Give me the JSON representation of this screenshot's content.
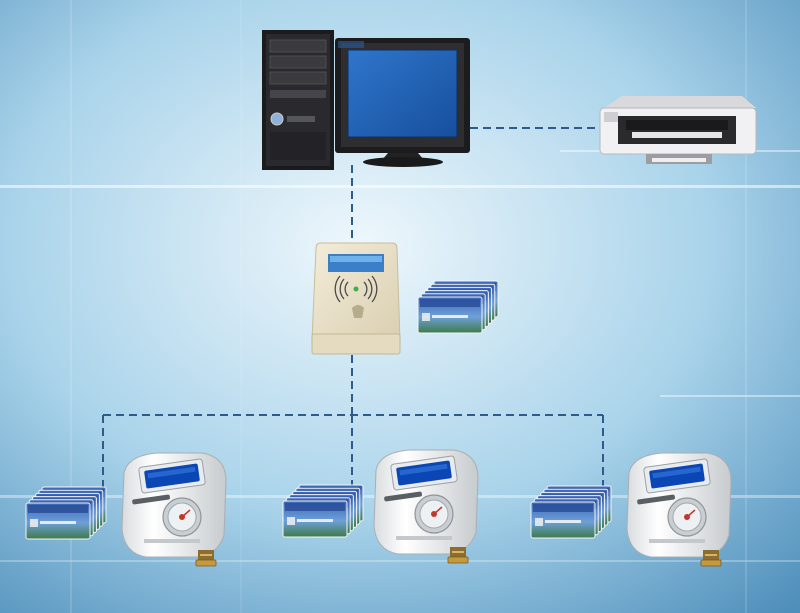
{
  "colors": {
    "background_light": "#eef7fc",
    "background_mid": "#a9d3ea",
    "background_dark": "#4f8fbb",
    "connector": "#2e5a8c",
    "screen": "#1f5fb3",
    "card_blue": "#2a4f9a",
    "meter_display": "#0a46b4"
  },
  "connector_style": "dashed",
  "nodes": [
    {
      "id": "computer",
      "icon": "desktop-computer-icon"
    },
    {
      "id": "printer",
      "icon": "printer-icon"
    },
    {
      "id": "card-reader",
      "icon": "rfid-card-reader-icon"
    },
    {
      "id": "reader-cards",
      "icon": "ic-card-stack-icon"
    },
    {
      "id": "meter-1",
      "icon": "prepaid-water-meter-icon"
    },
    {
      "id": "meter-2",
      "icon": "prepaid-water-meter-icon"
    },
    {
      "id": "meter-3",
      "icon": "prepaid-water-meter-icon"
    },
    {
      "id": "cards-1",
      "icon": "ic-card-stack-icon"
    },
    {
      "id": "cards-2",
      "icon": "ic-card-stack-icon"
    },
    {
      "id": "cards-3",
      "icon": "ic-card-stack-icon"
    }
  ],
  "links": [
    {
      "from": "computer",
      "to": "printer"
    },
    {
      "from": "computer",
      "to": "card-reader"
    },
    {
      "from": "card-reader",
      "to": "cards-1"
    },
    {
      "from": "card-reader",
      "to": "cards-2"
    },
    {
      "from": "card-reader",
      "to": "cards-3"
    }
  ]
}
